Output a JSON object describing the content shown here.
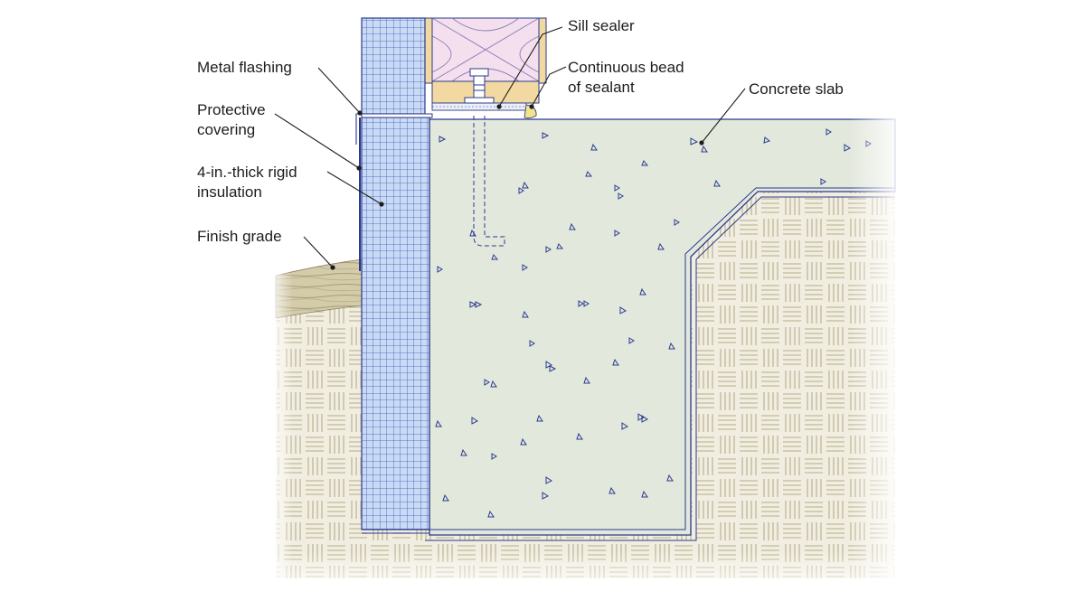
{
  "labels": {
    "metal_flashing": "Metal flashing",
    "protective_covering": [
      "Protective",
      "covering"
    ],
    "rigid_insulation": [
      "4-in.-thick rigid",
      "insulation"
    ],
    "finish_grade": "Finish grade",
    "sill_sealer": "Sill sealer",
    "sealant_bead": [
      "Continuous bead",
      "of sealant"
    ],
    "concrete_slab": "Concrete slab"
  },
  "colors": {
    "concrete": "#e3e8dd",
    "insulation": "#c9daf4",
    "insulation_grid": "#3a56b8",
    "soil": "#f1eee1",
    "soil_lines": "#c9c2a6",
    "grade": "#cfc6a3",
    "batt_insulation": "#f4dfee",
    "sill": "#f2d9a1",
    "sealant": "#f2e48a",
    "outline": "#2b3a8c",
    "leader": "#1d1d1d"
  }
}
